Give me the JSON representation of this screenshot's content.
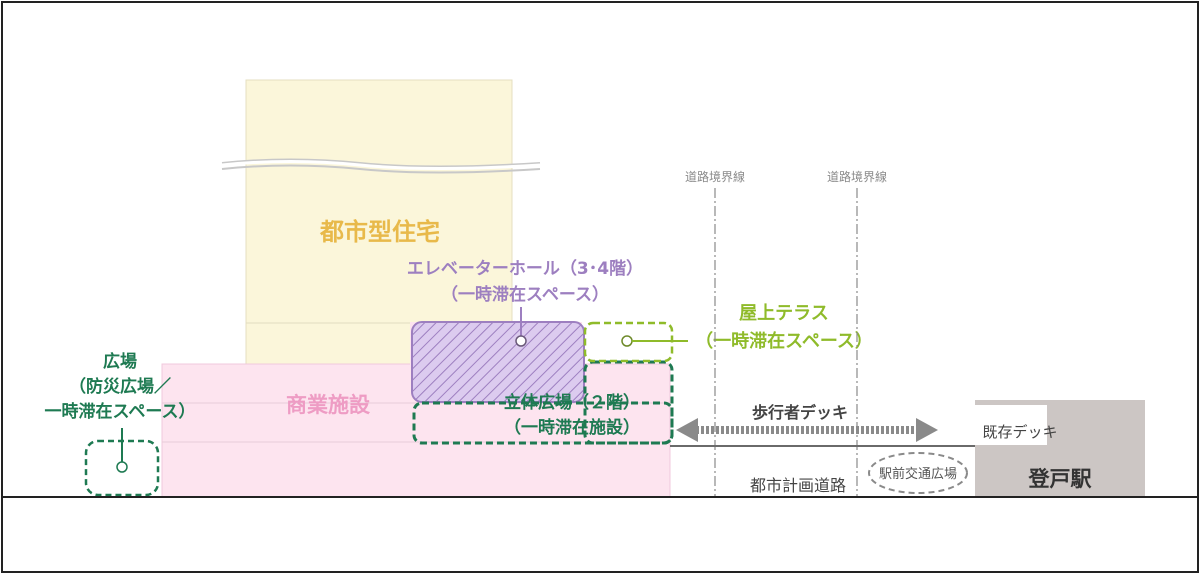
{
  "labels": {
    "residential": "都市型住宅",
    "commercial": "商業施設",
    "elevator_hall_line1": "エレベーターホール（3･4階）",
    "elevator_hall_line2": "（一時滞在スペース）",
    "rooftop_line1": "屋上テラス",
    "rooftop_line2": "（一時滞在スペース）",
    "plaza3d_line1": "立体広場（２階）",
    "plaza3d_line2": "（一時滞在施設）",
    "plaza_line1": "広場",
    "plaza_line2": "（防災広場／",
    "plaza_line3": "一時滞在スペース）",
    "road_boundary_1": "道路境界線",
    "road_boundary_2": "道路境界線",
    "pedestrian_deck": "歩行者デッキ",
    "existing_deck": "既存デッキ",
    "planned_road": "都市計画道路",
    "station_plaza": "駅前交通広場",
    "station": "登戸駅"
  },
  "colors": {
    "residential_fill": "#fbf6da",
    "residential_text": "#e8b94a",
    "commercial_fill": "#fde4ef",
    "commercial_text": "#ee9cc4",
    "purple": "#9d7fc0",
    "purple_fill": "#d9c7ee",
    "lime": "#8fbb2a",
    "dark_green": "#1e7a52",
    "station_fill": "#ccc6c4",
    "deck_gray": "#7a7a7a",
    "boundary_gray": "#8a8a8a"
  }
}
